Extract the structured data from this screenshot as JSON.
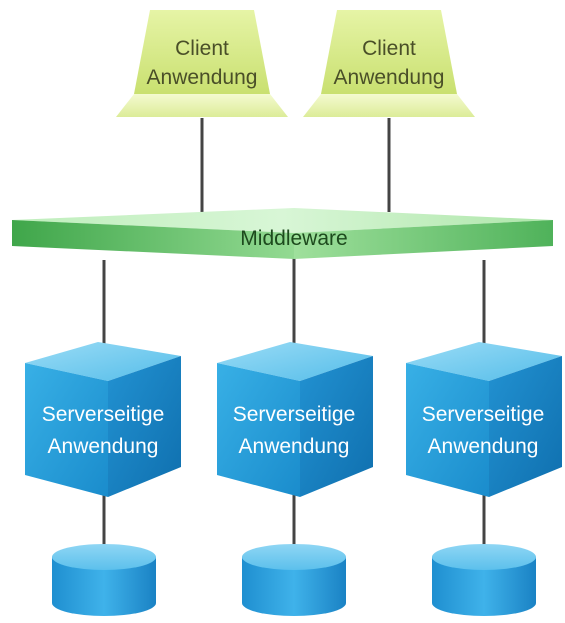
{
  "clients": [
    {
      "line1": "Client",
      "line2": "Anwendung"
    },
    {
      "line1": "Client",
      "line2": "Anwendung"
    }
  ],
  "middleware": {
    "label": "Middleware"
  },
  "servers": [
    {
      "line1": "Serverseitige",
      "line2": "Anwendung"
    },
    {
      "line1": "Serverseitige",
      "line2": "Anwendung"
    },
    {
      "line1": "Serverseitige",
      "line2": "Anwendung"
    }
  ],
  "databases_count": 3,
  "colors": {
    "client_fill": "#d8ec8c",
    "middleware_fill": "#7fd07f",
    "server_fill": "#2a9fd8",
    "database_fill": "#2a9fd8",
    "connector": "#444444"
  }
}
